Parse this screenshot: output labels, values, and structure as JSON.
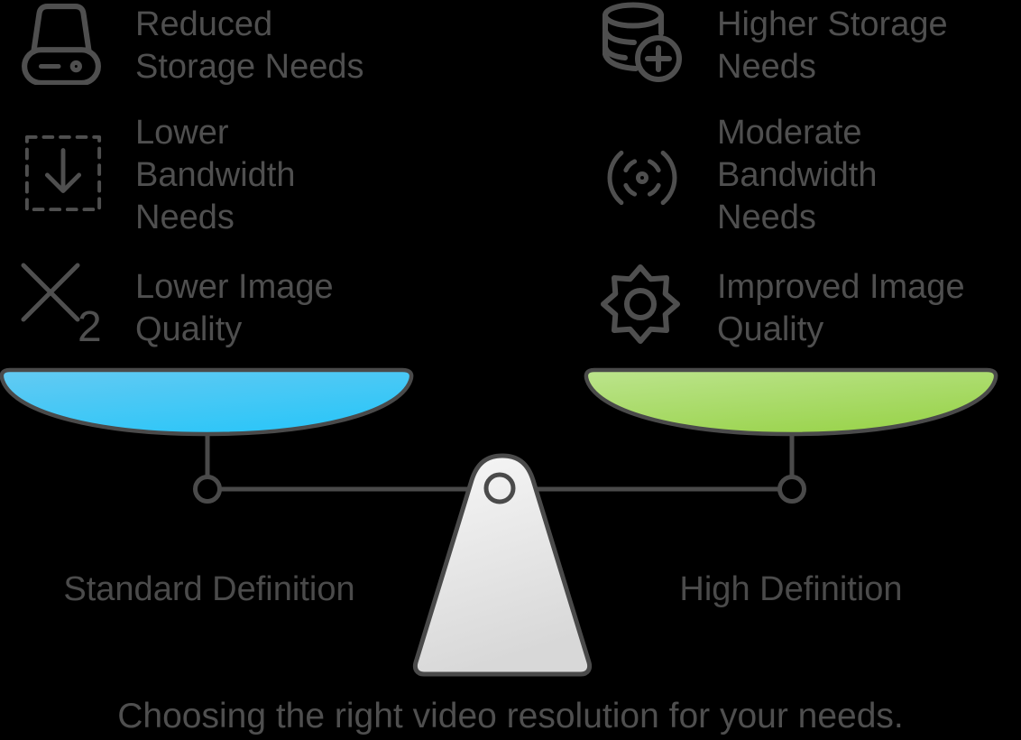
{
  "caption": "Choosing the right video resolution for your needs.",
  "features": {
    "left": [
      {
        "icon": "hard-drive-icon",
        "label": "Reduced Storage Needs"
      },
      {
        "icon": "download-dashed-box-icon",
        "label": "Lower Bandwidth Needs"
      },
      {
        "icon": "x2-icon",
        "icon_sub": "2",
        "label": "Lower Image Quality"
      }
    ],
    "right": [
      {
        "icon": "database-add-icon",
        "label": "Higher Storage Needs"
      },
      {
        "icon": "broadcast-icon",
        "label": "Moderate Bandwidth Needs"
      },
      {
        "icon": "sparkle-star-icon",
        "label": "Improved Image Quality"
      }
    ]
  },
  "scale": {
    "left_pan_label": "Standard Definition",
    "right_pan_label": "High Definition"
  },
  "colors": {
    "background": "#000000",
    "stroke": "#4a4a4a",
    "text": "#4f4f4f",
    "blue_pan_start": "#64caf2",
    "blue_pan_end": "#2dc6f8",
    "green_pan_start": "#bce48d",
    "green_pan_end": "#9bd44e",
    "fulcrum_start": "#f7f7f7",
    "fulcrum_end": "#d8d8d8"
  }
}
